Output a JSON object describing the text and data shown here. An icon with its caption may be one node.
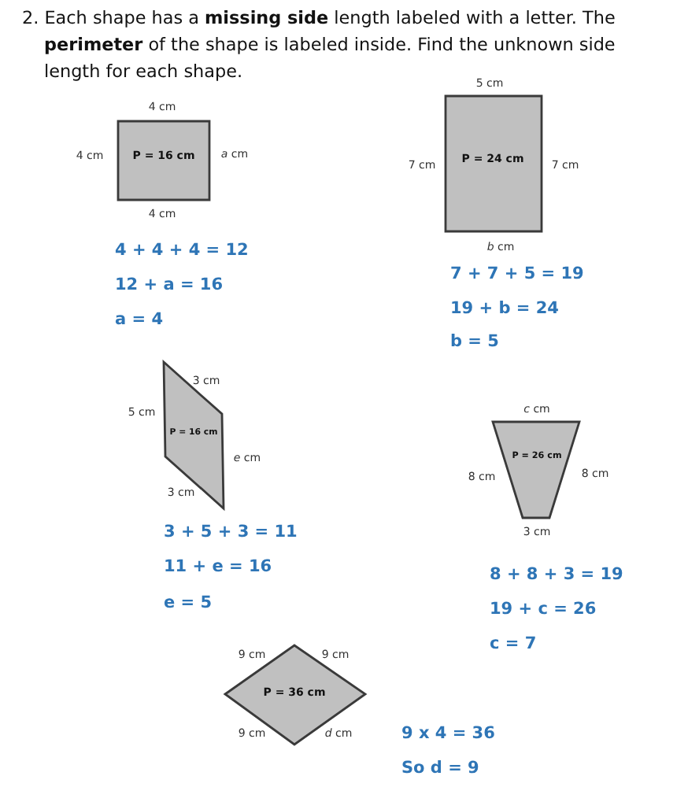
{
  "diagram": {
    "title": "2. Each shape has a **missing side** length labeled with a letter.  The **perimeter** of the shape is labeled inside.  Find the unknown side length for each shape.",
    "nodes": [
      {
        "text": [
          "P = 16 cm"
        ],
        "beside": [
          "4 cm",
          "4 cm",
          "*a* cm",
          "4 cm"
        ]
      },
      {
        "text": [
          "P = 24 cm"
        ],
        "beside": [
          "5 cm",
          "7 cm",
          "7 cm",
          "*b* cm"
        ]
      },
      {
        "text": [
          "P = 16 cm"
        ],
        "beside": [
          "3 cm",
          "5 cm",
          "*e* cm",
          "3 cm"
        ]
      },
      {
        "text": [
          "P = 26 cm"
        ],
        "beside": [
          "*c* cm",
          "8 cm",
          "8 cm",
          "3 cm"
        ]
      },
      {
        "text": [
          "P = 36 cm"
        ],
        "beside": [
          "9 cm",
          "9 cm",
          "9 cm",
          "*d* cm"
        ]
      }
    ],
    "labels": [
      "4 + 4 + 4 = 12",
      "12 + a = 16",
      "a = 4",
      "7 + 7 + 5 = 19",
      "19 + b = 24",
      "b = 5",
      "3 + 5 + 3 = 11",
      "11 + e = 16",
      "e = 5",
      "8 + 8 + 3 = 19",
      "19 + c = 26",
      "c = 7",
      "9 x 4 = 36",
      "So d = 9"
    ]
  }
}
